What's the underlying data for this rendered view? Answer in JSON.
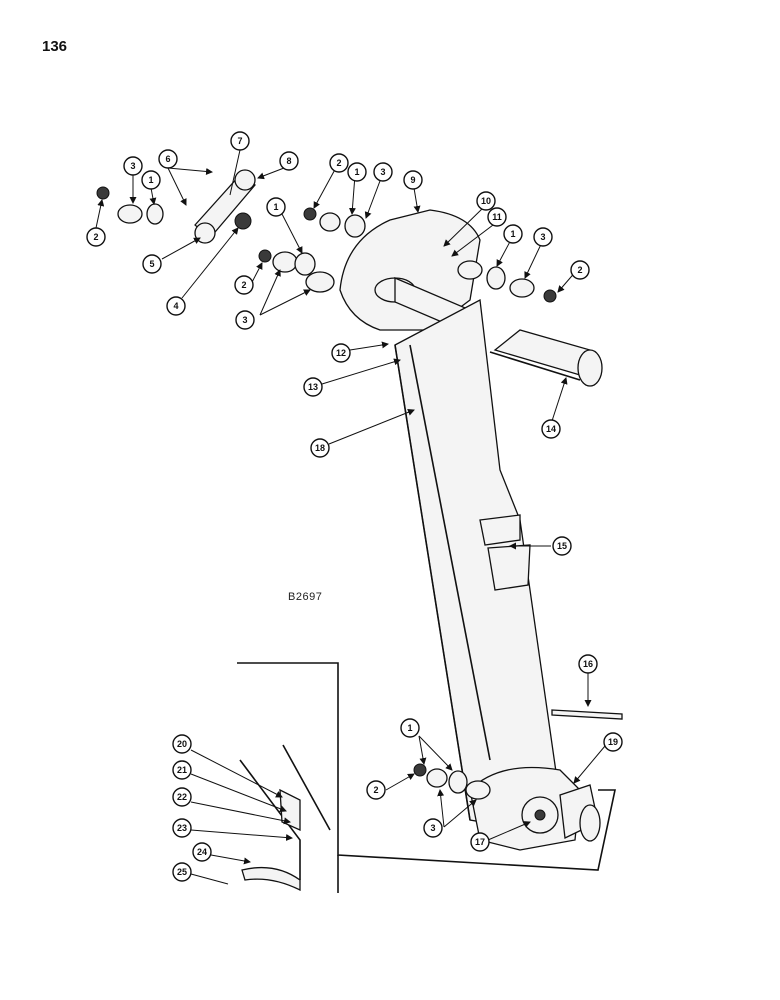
{
  "page_number": "136",
  "drawing_code": "B2697",
  "callouts": [
    "1",
    "2",
    "3",
    "4",
    "5",
    "6",
    "7",
    "8",
    "9",
    "10",
    "11",
    "12",
    "13",
    "14",
    "15",
    "16",
    "17",
    "18",
    "19",
    "20",
    "21",
    "22",
    "23",
    "24",
    "25"
  ]
}
